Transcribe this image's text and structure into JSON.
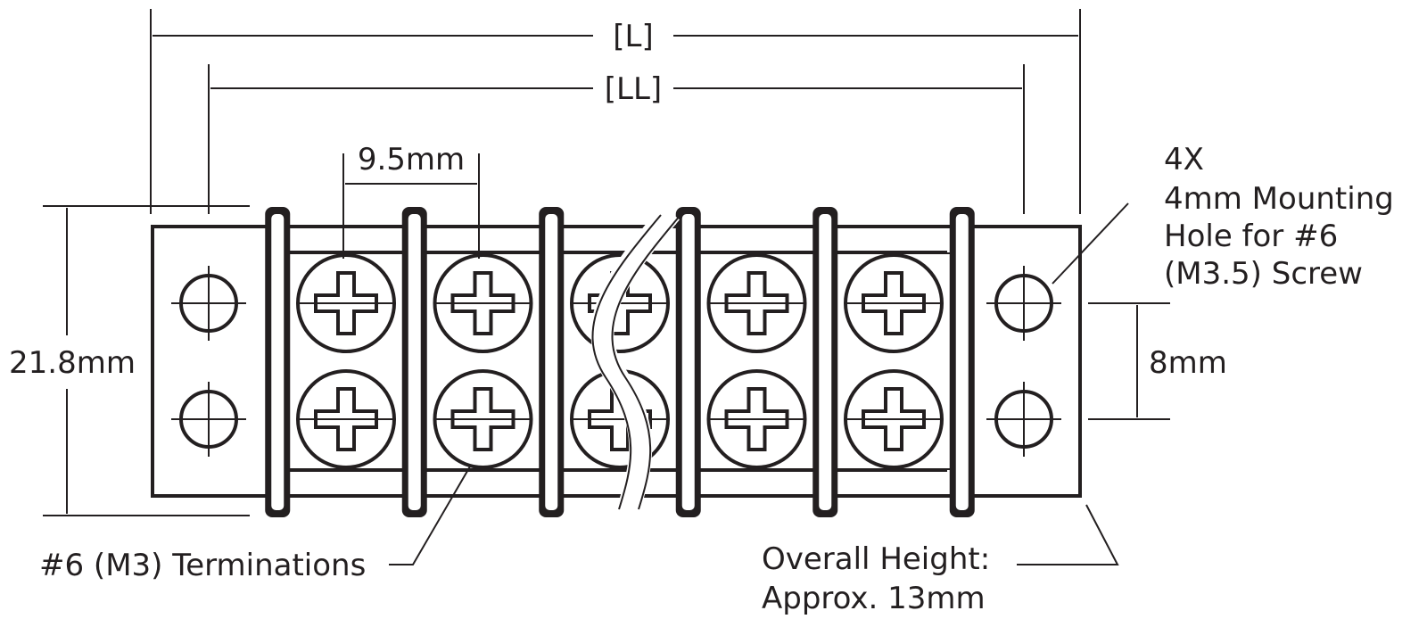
{
  "dimensions": {
    "overall_length": "[L]",
    "mounting_length": "[LL]",
    "pitch": "9.5mm",
    "width": "21.8mm",
    "hole_spacing": "8mm"
  },
  "callouts": {
    "mounting_qty": "4X",
    "mounting_line1": "4mm Mounting",
    "mounting_line2": "Hole for #6",
    "mounting_line3": "(M3.5) Screw",
    "terminations": "#6 (M3) Terminations",
    "height_line1": "Overall Height:",
    "height_line2": "Approx. 13mm"
  },
  "terminal_block": {
    "positions": 5,
    "rows": 2
  },
  "colors": {
    "ink": "#231f20",
    "background": "#ffffff"
  }
}
